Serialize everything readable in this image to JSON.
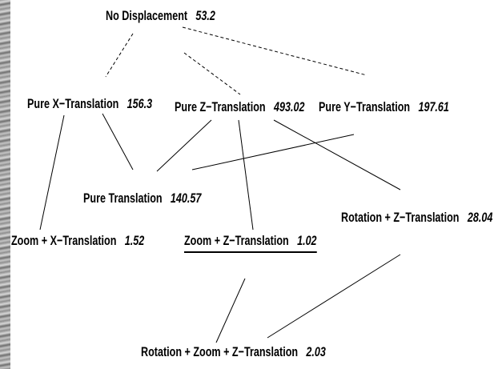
{
  "nodes": [
    {
      "id": "n0",
      "label": "No Displacement",
      "value": "53.2",
      "hl": false
    },
    {
      "id": "n1",
      "label": "Pure X−Translation",
      "value": "156.3",
      "hl": false
    },
    {
      "id": "n2",
      "label": "Pure Z−Translation",
      "value": "493.02",
      "hl": false
    },
    {
      "id": "n3",
      "label": "Pure Y−Translation",
      "value": "197.61",
      "hl": false
    },
    {
      "id": "n4",
      "label": "Pure Translation",
      "value": "140.57",
      "hl": false
    },
    {
      "id": "n5",
      "label": "Zoom + X−Translation",
      "value": "1.52",
      "hl": false
    },
    {
      "id": "n6",
      "label": "Zoom + Z−Translation",
      "value": "1.02",
      "hl": true
    },
    {
      "id": "n7",
      "label": "Rotation + Z−Translation",
      "value": "28.04",
      "hl": false
    },
    {
      "id": "n8",
      "label": "Rotation + Zoom + Z−Translation",
      "value": "2.03",
      "hl": false
    }
  ],
  "edges": [
    {
      "from": "n0",
      "to": "n1",
      "style": "dashed"
    },
    {
      "from": "n0",
      "to": "n2",
      "style": "dashed"
    },
    {
      "from": "n0",
      "to": "n3",
      "style": "dashed"
    },
    {
      "from": "n1",
      "to": "n4",
      "style": "solid"
    },
    {
      "from": "n1",
      "to": "n5",
      "style": "solid"
    },
    {
      "from": "n2",
      "to": "n4",
      "style": "solid"
    },
    {
      "from": "n2",
      "to": "n6",
      "style": "solid"
    },
    {
      "from": "n2",
      "to": "n7",
      "style": "solid"
    },
    {
      "from": "n3",
      "to": "n4",
      "style": "solid"
    },
    {
      "from": "n6",
      "to": "n8",
      "style": "solid"
    },
    {
      "from": "n7",
      "to": "n8",
      "style": "solid"
    }
  ]
}
